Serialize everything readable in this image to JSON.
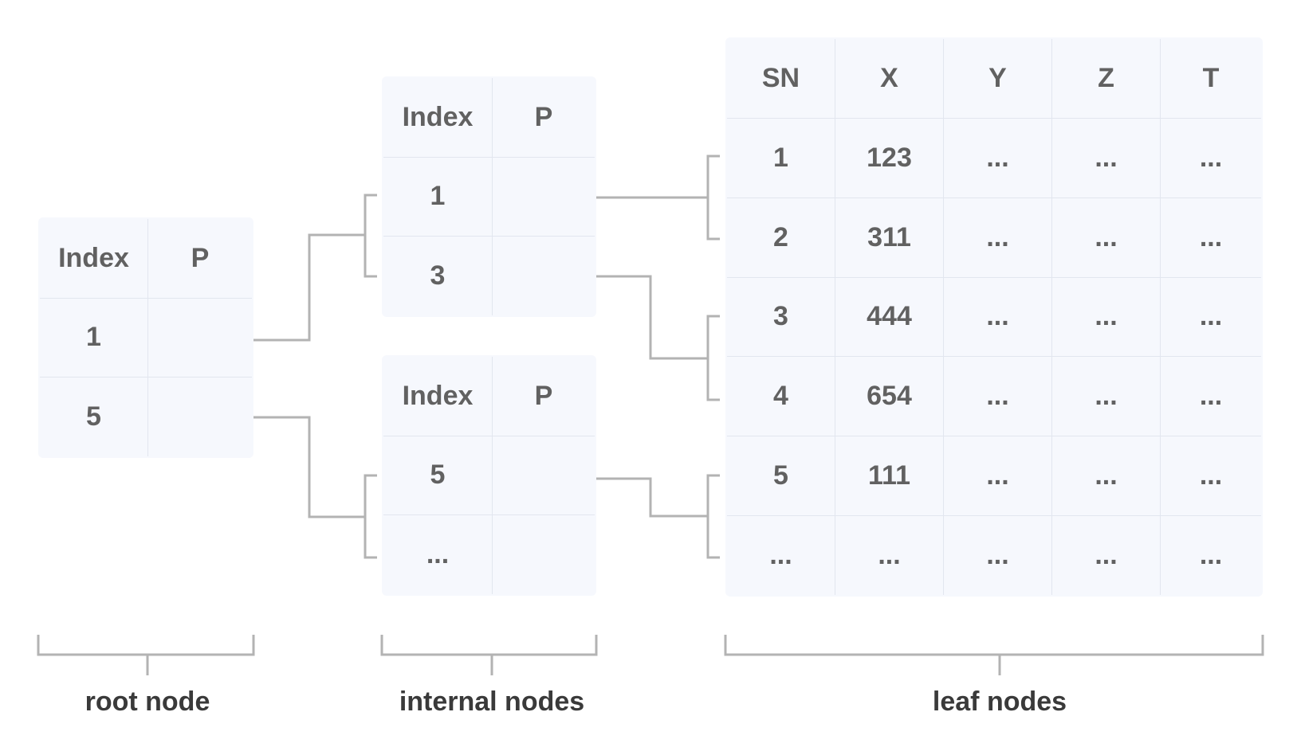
{
  "root_node": {
    "header": [
      "Index",
      "P"
    ],
    "rows": [
      [
        "1",
        ""
      ],
      [
        "5",
        ""
      ]
    ]
  },
  "internal_nodes": [
    {
      "header": [
        "Index",
        "P"
      ],
      "rows": [
        [
          "1",
          ""
        ],
        [
          "3",
          ""
        ]
      ]
    },
    {
      "header": [
        "Index",
        "P"
      ],
      "rows": [
        [
          "5",
          ""
        ],
        [
          "...",
          ""
        ]
      ]
    }
  ],
  "leaf_nodes": {
    "header": [
      "SN",
      "X",
      "Y",
      "Z",
      "T"
    ],
    "rows": [
      [
        "1",
        "123",
        "...",
        "...",
        "..."
      ],
      [
        "2",
        "311",
        "...",
        "...",
        "..."
      ],
      [
        "3",
        "444",
        "...",
        "...",
        "..."
      ],
      [
        "4",
        "654",
        "...",
        "...",
        "..."
      ],
      [
        "5",
        "111",
        "...",
        "...",
        "..."
      ],
      [
        "...",
        "...",
        "...",
        "...",
        "..."
      ]
    ]
  },
  "labels": {
    "root": "root node",
    "internal": "internal nodes",
    "leaf": "leaf nodes"
  },
  "colors": {
    "cell_fill": "#f6f8fd",
    "cell_border": "#e2e6ef",
    "connector": "#b3b3b3",
    "text": "#616161",
    "label_text": "#3a3a3a"
  }
}
